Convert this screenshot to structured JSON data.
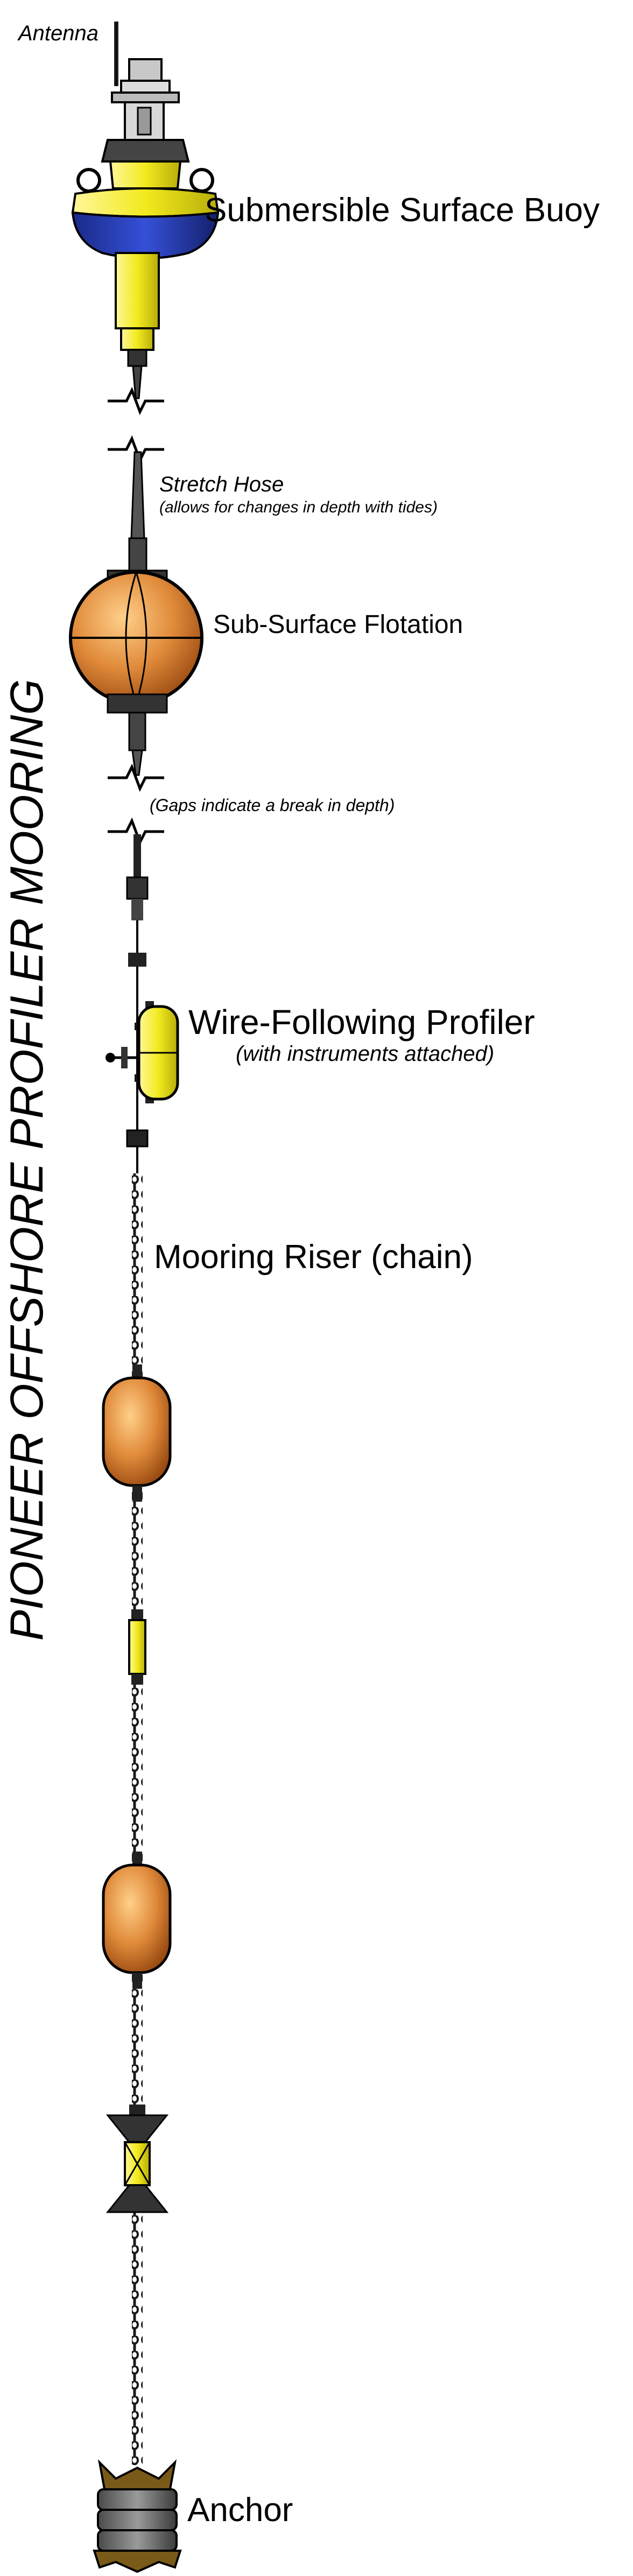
{
  "title": "PIONEER OFFSHORE PROFILER MOORING",
  "labels": {
    "antenna": "Antenna",
    "surface_buoy": "Submersible Surface Buoy",
    "stretch_hose": "Stretch Hose",
    "stretch_hose_note": "(allows for changes in depth with tides)",
    "subsurface_flotation": "Sub-Surface Flotation",
    "gaps_note": "(Gaps indicate a break in depth)",
    "profiler": "Wire-Following Profiler",
    "profiler_note": "(with instruments attached)",
    "riser": "Mooring Riser (chain)",
    "anchor": "Anchor"
  },
  "colors": {
    "buoy_yellow": "#f2ea1e",
    "buoy_blue": "#2a3fb8",
    "float_orange": "#d9762a",
    "chain": "#1a1a1a",
    "anchor_gray": "#6e6e6e",
    "anchor_bronze": "#7a5a18"
  }
}
